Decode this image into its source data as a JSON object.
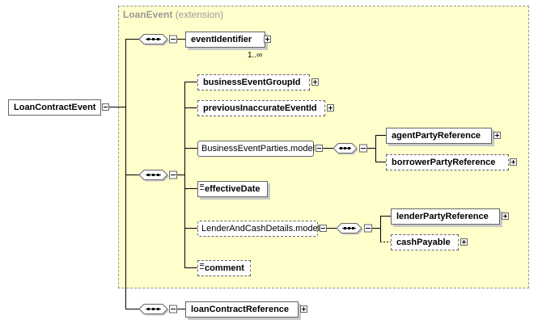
{
  "diagram": {
    "extension_box": {
      "name": "LoanEvent",
      "suffix": "(extension)"
    },
    "root": {
      "label": "LoanContractEvent"
    },
    "top_sequence": {
      "element": {
        "label": "eventIdentifier",
        "cardinality": "1..∞"
      }
    },
    "main_sequence": {
      "items": [
        {
          "label": "businessEventGroupId",
          "optional": true
        },
        {
          "label": "previousInaccurateEventId",
          "optional": true
        },
        {
          "label": "BusinessEventParties.model",
          "kind": "group"
        },
        {
          "label": "effectiveDate",
          "kind": "simple"
        },
        {
          "label": "LenderAndCashDetails.model",
          "kind": "group",
          "optional": true
        },
        {
          "label": "comment",
          "kind": "simple",
          "optional": true
        }
      ]
    },
    "business_parties": [
      {
        "label": "agentPartyReference"
      },
      {
        "label": "borrowerPartyReference",
        "optional": true
      }
    ],
    "lender_details": [
      {
        "label": "lenderPartyReference"
      },
      {
        "label": "cashPayable",
        "optional": true
      }
    ],
    "bottom_sequence": {
      "element": {
        "label": "loanContractReference"
      }
    }
  }
}
